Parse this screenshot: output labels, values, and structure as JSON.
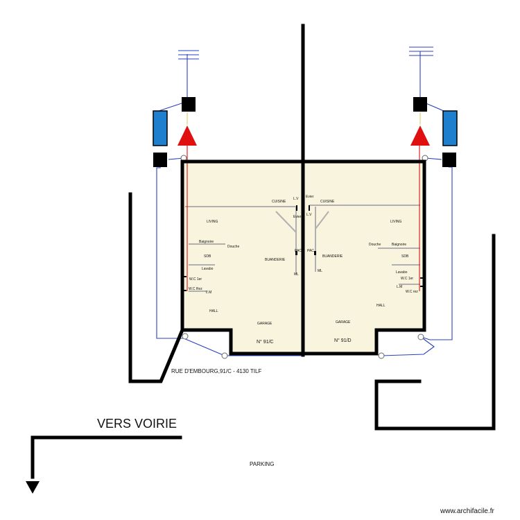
{
  "address": "RUE D'EMBOURG,91/C - 4130 TILF",
  "direction_label": "VERS VOIRIE",
  "parking_label": "PARKING",
  "watermark": "www.archifacile.fr",
  "colors": {
    "floor_fill": "#f8f4de",
    "wall": "#000000",
    "partition": "#b0b0b0",
    "pipe_blue": "#2a3fbf",
    "pipe_red": "#e01010",
    "tank_blue": "#1f7fcf",
    "pump_red": "#e01010"
  },
  "left_unit": {
    "number": "N° 91/C",
    "rooms": {
      "cuisine": "CUISINE",
      "living": "LIVING",
      "sdb": "SDB",
      "buanderie": "BUANDERIE",
      "hall": "HALL",
      "garage": "GARAGE"
    },
    "fixtures": {
      "baignoire": "Baignoire",
      "douche": "Douche",
      "lavabo": "Lavabo",
      "wc_1er": "W.C 1er",
      "wc_rez": "W.C Rez",
      "lm": "L.M",
      "lv": "L.V",
      "evier": "Evier",
      "pac": "PAC",
      "ml": "ML"
    }
  },
  "right_unit": {
    "number": "N° 91/D",
    "rooms": {
      "cuisine": "CUISINE",
      "living": "LIVING",
      "sdb": "SDB",
      "buanderie": "BUANDERIE",
      "hall": "HALL",
      "garage": "GARAGE"
    },
    "fixtures": {
      "baignoire": "Baignoire",
      "douche": "Douche",
      "lavabo": "Lavabo",
      "wc_1er": "W.C 1er",
      "wc_rez": "W.C rez",
      "lm": "L.M",
      "lv": "L.V",
      "evier": "Evier",
      "pac": "PAC",
      "ml": "ML"
    }
  }
}
